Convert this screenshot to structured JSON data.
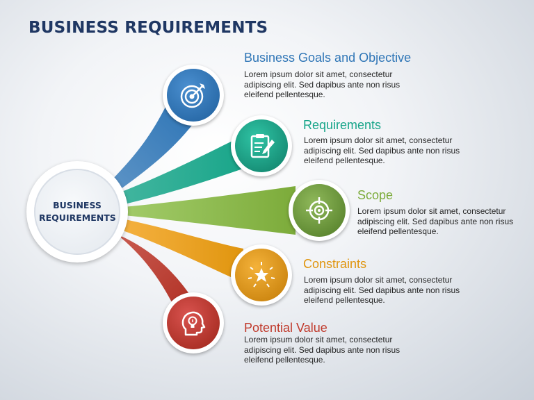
{
  "title": "BUSINESS REQUIREMENTS",
  "hub": {
    "line1": "BUSINESS",
    "line2": "REQUIREMENTS"
  },
  "items": [
    {
      "heading": "Business Goals and Objective",
      "body": "Lorem ipsum dolor sit amet, consectetur adipiscing elit. Sed dapibus ante non risus eleifend pellentesque.",
      "color": "#2e75b6",
      "icon": "target-icon"
    },
    {
      "heading": "Requirements",
      "body": "Lorem ipsum dolor sit amet, consectetur adipiscing elit. Sed dapibus ante non risus eleifend pellentesque.",
      "color": "#17a589",
      "icon": "clipboard-icon"
    },
    {
      "heading": "Scope",
      "body": "Lorem ipsum dolor sit amet, consectetur adipiscing elit. Sed dapibus ante non risus eleifend pellentesque.",
      "color": "#7cab3a",
      "icon": "crosshair-icon"
    },
    {
      "heading": "Constraints",
      "body": "Lorem ipsum dolor sit amet, consectetur adipiscing elit. Sed dapibus ante non risus eleifend pellentesque.",
      "color": "#e0950e",
      "icon": "star-burst-icon"
    },
    {
      "heading": "Potential Value",
      "body": "Lorem ipsum dolor sit amet, consectetur adipiscing elit. Sed dapibus ante non risus eleifend pellentesque.",
      "color": "#c0392b",
      "icon": "head-idea-icon"
    }
  ]
}
